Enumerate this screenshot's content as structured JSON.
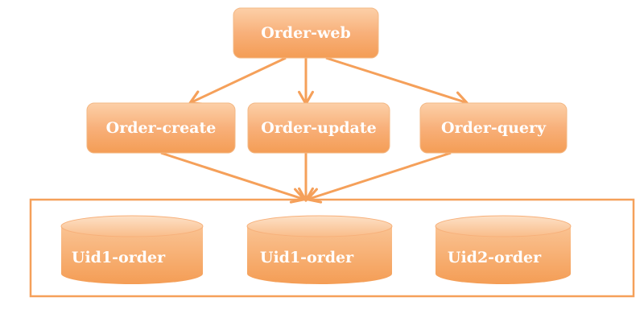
{
  "colors": {
    "box_fill_top": "#fbc79a",
    "box_fill_bottom": "#f5a35e",
    "box_stroke": "#f0b47e",
    "arrow": "#f5a05a",
    "container_stroke": "#f5a05a",
    "label": "#ffffff"
  },
  "nodes": {
    "web": "Order-web",
    "create": "Order-create",
    "update": "Order-update",
    "query": "Order-query"
  },
  "databases": [
    "Uid1-order",
    "Uid1-order",
    "Uid2-order"
  ]
}
